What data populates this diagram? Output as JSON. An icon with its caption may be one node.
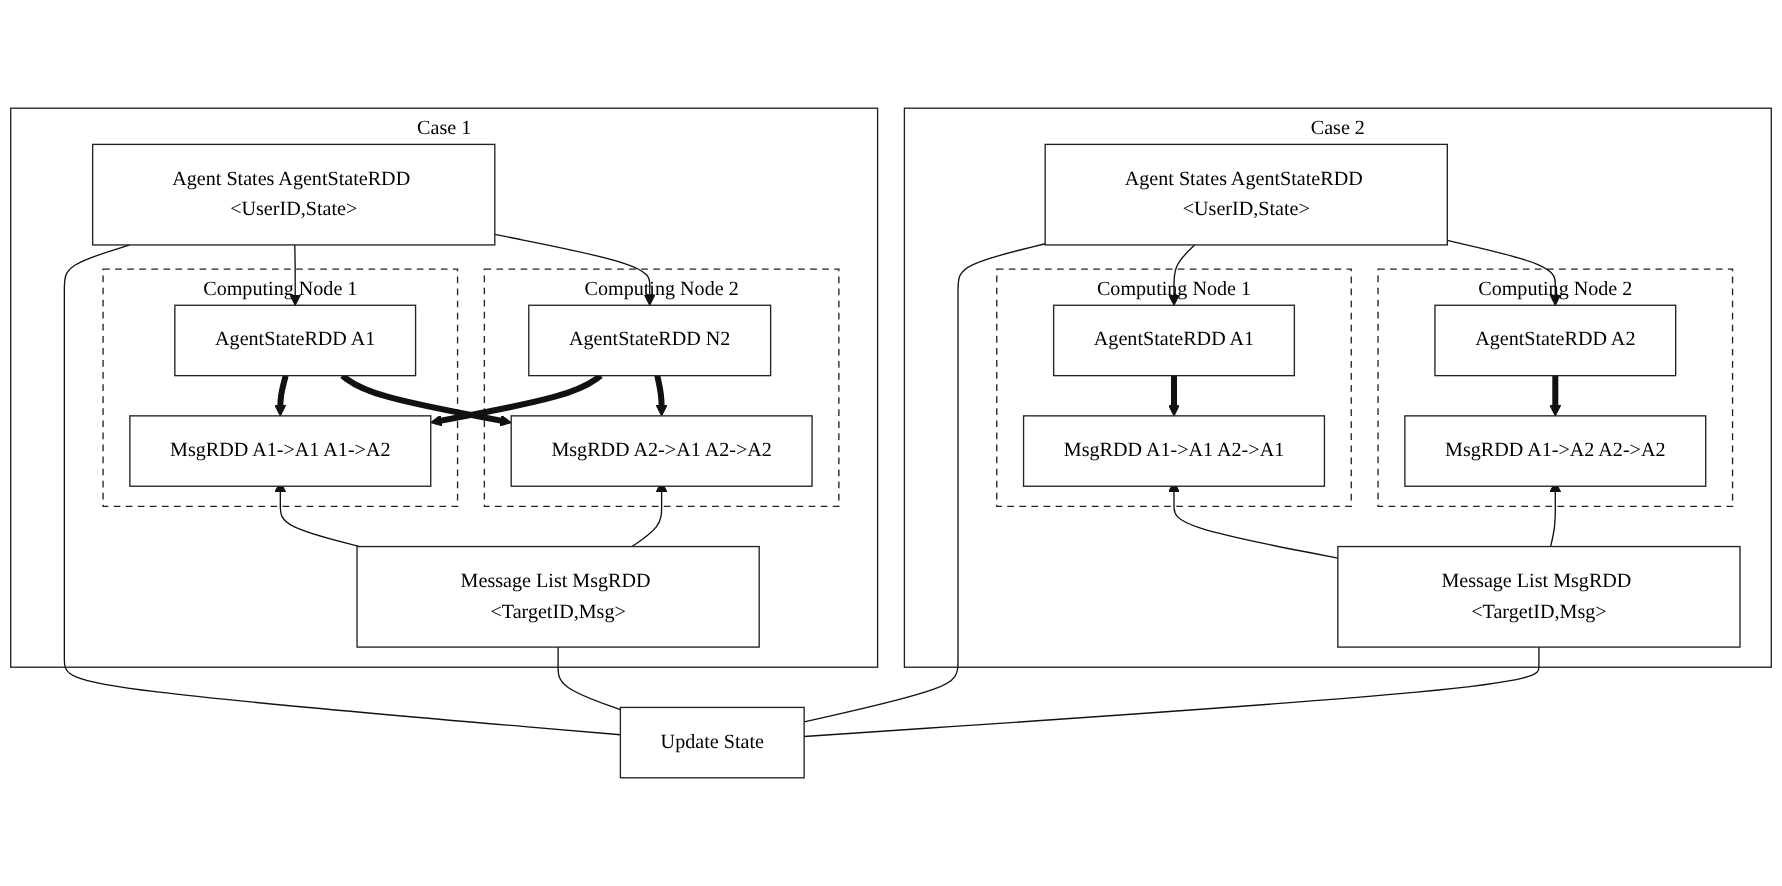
{
  "diagram": {
    "nodes": [
      {
        "text": [
          "Case 1"
        ]
      },
      {
        "text": [
          "Agent States AgentStateRDD <UserID,State>"
        ],
        "in": 0
      },
      {
        "text": [
          "Computing Node 1"
        ],
        "in": 0
      },
      {
        "text": [
          "AgentStateRDD A1"
        ],
        "in": 2
      },
      {
        "text": [
          "MsgRDD A1->A1 A1->A2"
        ],
        "in": 2
      },
      {
        "text": [
          "Computing Node 2"
        ],
        "in": 0
      },
      {
        "text": [
          "AgentStateRDD N2"
        ],
        "in": 5
      },
      {
        "text": [
          "MsgRDD A2->A1 A2->A2"
        ],
        "in": 5
      },
      {
        "text": [
          "Message List MsgRDD <TargetID,Msg>"
        ],
        "in": 0
      },
      {
        "text": [
          "Update State"
        ]
      },
      {
        "text": [
          "Case 2"
        ]
      },
      {
        "text": [
          "Agent States AgentStateRDD <UserID,State>"
        ],
        "in": 10
      },
      {
        "text": [
          "Computing Node 1"
        ],
        "in": 10
      },
      {
        "text": [
          "AgentStateRDD A1"
        ],
        "in": 12
      },
      {
        "text": [
          "MsgRDD A1->A1 A2->A1"
        ],
        "in": 12
      },
      {
        "text": [
          "Computing Node 2"
        ],
        "in": 10
      },
      {
        "text": [
          "AgentStateRDD A2"
        ],
        "in": 15
      },
      {
        "text": [
          "MsgRDD A1->A2 A2->A2"
        ],
        "in": 15
      },
      {
        "text": [
          "Message List MsgRDD <TargetID,Msg>"
        ],
        "in": 10
      }
    ],
    "edges": [
      {
        "from": 1,
        "to": 3,
        "arrow": "to"
      },
      {
        "from": 1,
        "to": 6,
        "arrow": "to"
      },
      {
        "from": 3,
        "to": 4,
        "arrow": "to",
        "style": "thick"
      },
      {
        "from": 3,
        "to": 7,
        "arrow": "to",
        "style": "thick"
      },
      {
        "from": 6,
        "to": 4,
        "arrow": "to",
        "style": "thick"
      },
      {
        "from": 6,
        "to": 7,
        "arrow": "to",
        "style": "thick"
      },
      {
        "from": 8,
        "to": 4,
        "arrow": "to"
      },
      {
        "from": 8,
        "to": 7,
        "arrow": "to"
      },
      {
        "from": 1,
        "to": 9,
        "arrow": "none"
      },
      {
        "from": 8,
        "to": 9,
        "arrow": "none"
      },
      {
        "from": 11,
        "to": 13,
        "arrow": "to"
      },
      {
        "from": 11,
        "to": 16,
        "arrow": "to"
      },
      {
        "from": 13,
        "to": 14,
        "arrow": "to",
        "style": "thick"
      },
      {
        "from": 16,
        "to": 17,
        "arrow": "to",
        "style": "thick"
      },
      {
        "from": 18,
        "to": 14,
        "arrow": "to"
      },
      {
        "from": 18,
        "to": 17,
        "arrow": "to"
      },
      {
        "from": 9,
        "to": 11,
        "arrow": "none"
      },
      {
        "from": 9,
        "to": 18,
        "arrow": "none"
      }
    ]
  }
}
